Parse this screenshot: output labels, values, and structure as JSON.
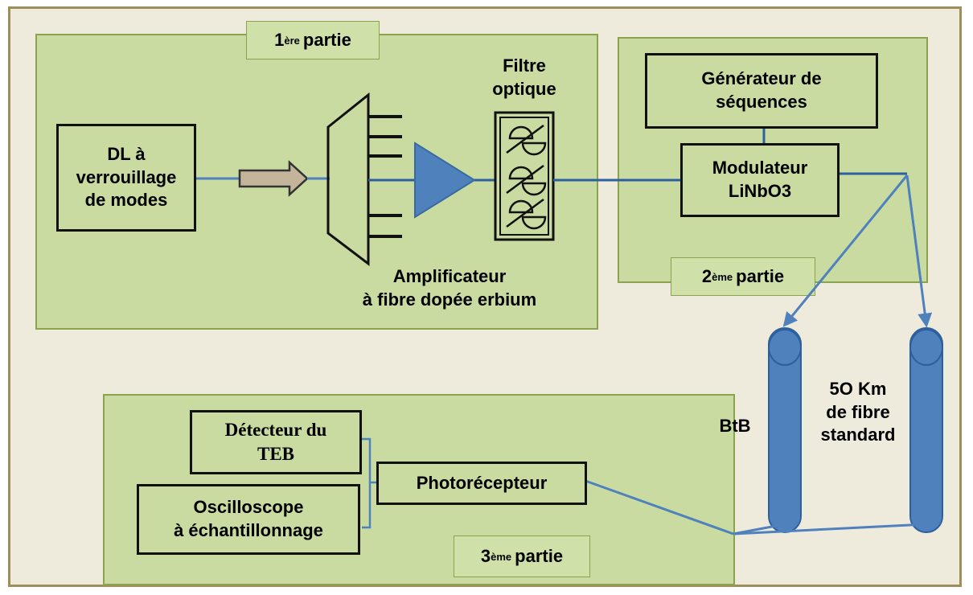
{
  "parts": {
    "part1": {
      "number": "1",
      "sup": "ère",
      "word": "partie"
    },
    "part2": {
      "number": "2",
      "sup": "ème",
      "word": "partie"
    },
    "part3": {
      "number": "3",
      "sup": "ème",
      "word": "partie"
    }
  },
  "blocks": {
    "laser": [
      "DL à",
      "verrouillage",
      "de modes"
    ],
    "filter": [
      "Filtre",
      "optique"
    ],
    "amplifier": [
      "Amplificateur",
      "à fibre dopée erbium"
    ],
    "generator": [
      "Générateur de",
      "séquences"
    ],
    "modulator": [
      "Modulateur",
      "LiNbO3"
    ],
    "ber_detector": [
      "Détecteur du",
      "TEB"
    ],
    "oscilloscope": [
      "Oscilloscope",
      "à échantillonnage"
    ],
    "photoreceiver": "Photorécepteur",
    "btb": "BtB",
    "fiber": [
      "5O Km",
      "de fibre",
      "standard"
    ]
  },
  "colors": {
    "panel_fill": "#c9dba0",
    "panel_border": "#8aa34f",
    "background": "#eeeadc",
    "outer_border": "#9e8e5c",
    "blue": "#4f81bd",
    "dark_blue": "#2e5f9e",
    "arrow_fill": "#c4b49a"
  },
  "icons": {
    "amplifier": "triangle-amplifier-icon",
    "filter": "optical-filter-icon",
    "multiplexer": "multiplexer-icon",
    "spool": "fiber-spool-icon"
  }
}
